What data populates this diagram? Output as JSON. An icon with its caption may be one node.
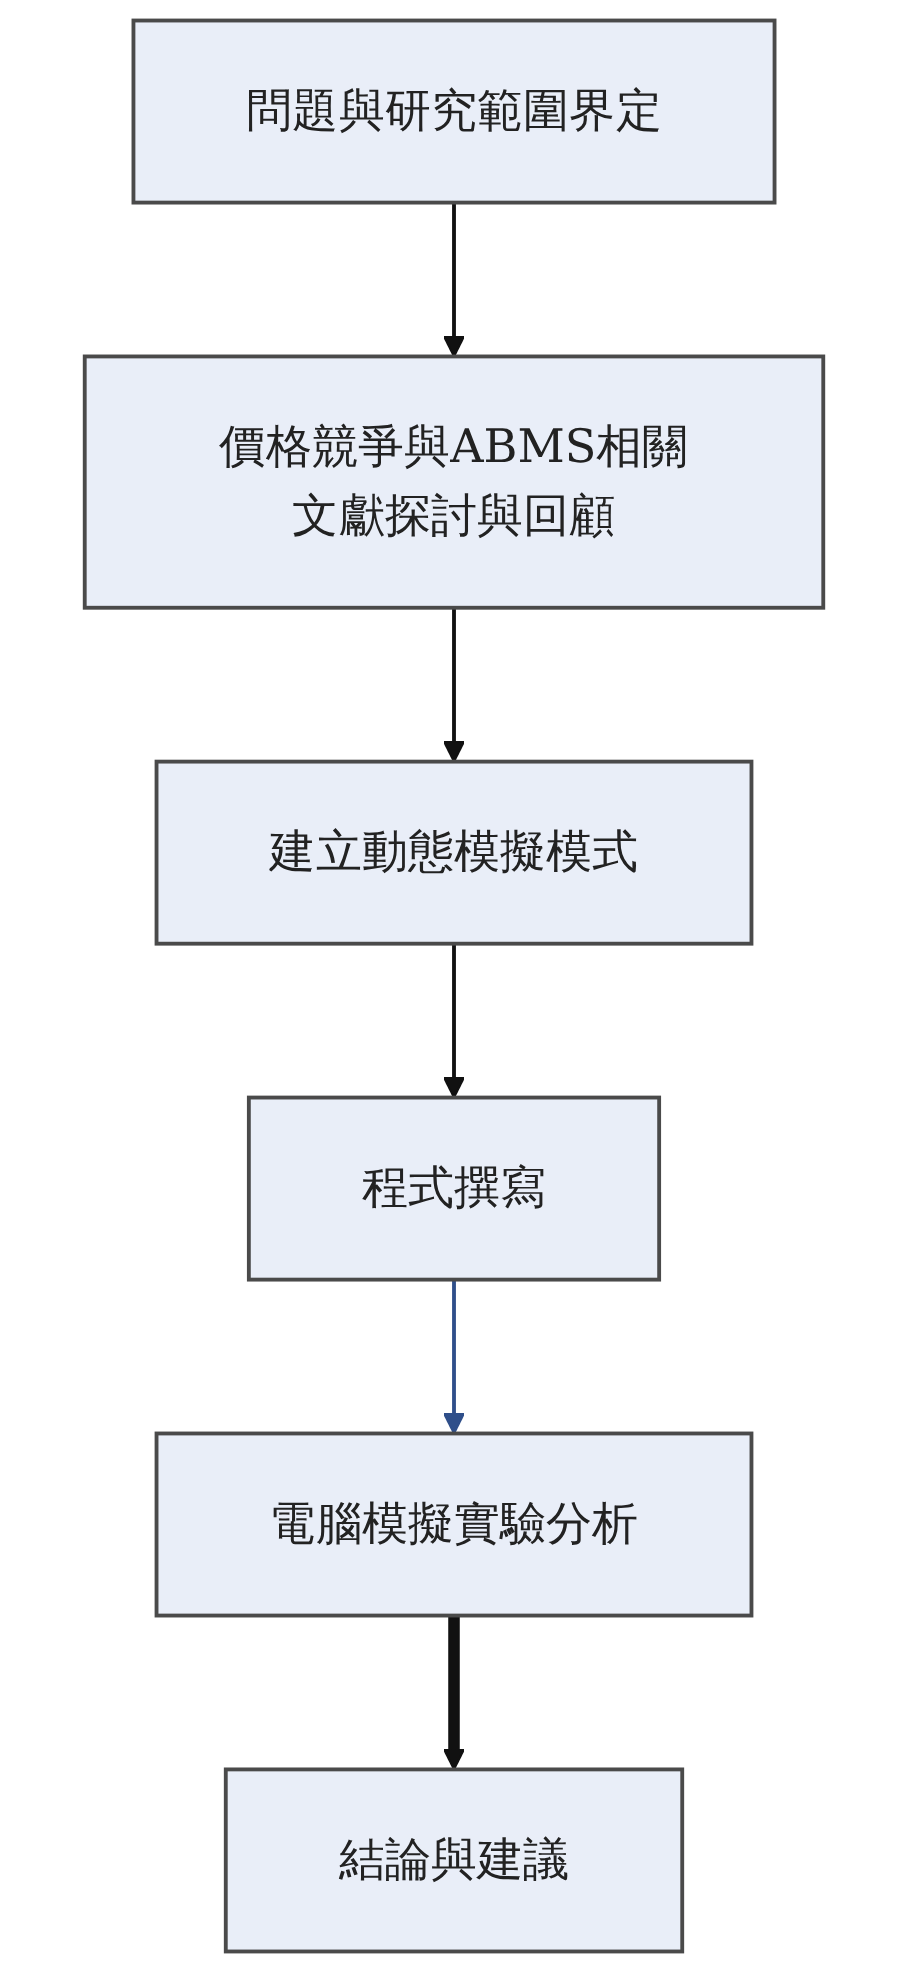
{
  "diagram": {
    "nodes": [
      {
        "text": [
          "問題與研究範圍界定"
        ]
      },
      {
        "text": [
          "價格競爭與ABMS相關文獻探討與回顧"
        ]
      },
      {
        "text": [
          "建立動態模擬模式"
        ]
      },
      {
        "text": [
          "程式撰寫"
        ]
      },
      {
        "text": [
          "電腦模擬實驗分析"
        ]
      },
      {
        "text": [
          "結論與建議"
        ]
      }
    ],
    "edges": [
      {
        "from": 0,
        "to": 1,
        "arrow": "to"
      },
      {
        "from": 1,
        "to": 2,
        "arrow": "to"
      },
      {
        "from": 2,
        "to": 3,
        "arrow": "to"
      },
      {
        "from": 3,
        "to": 4,
        "arrow": "to",
        "color": "#2f4f8a"
      },
      {
        "from": 4,
        "to": 5,
        "arrow": "to",
        "style": "thick"
      }
    ]
  }
}
